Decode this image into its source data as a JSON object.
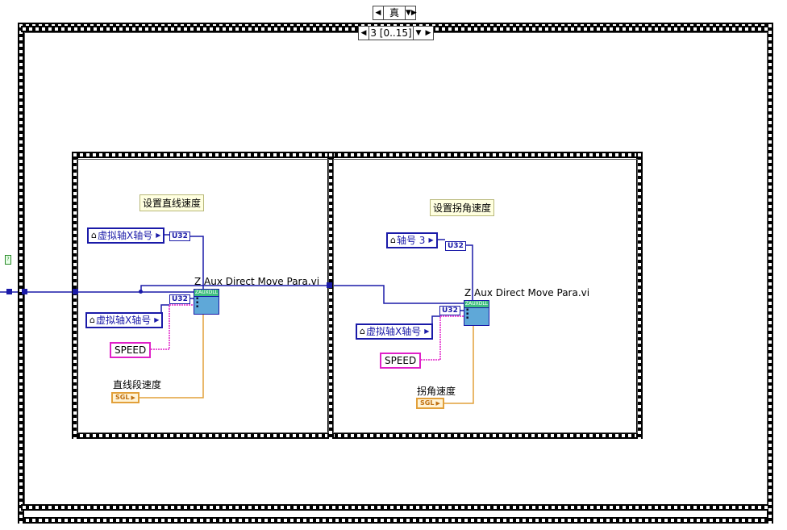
{
  "case_structure": {
    "selector_value": "真"
  },
  "sequence_structure": {
    "selector_value": "3 [0..15]"
  },
  "left_frame": {
    "comment": "设置直线速度",
    "axis_control": "虚拟轴X轴号",
    "axis_control_2": "虚拟轴X轴号",
    "u32_label_1": "U32",
    "u32_label_2": "U32",
    "speed_label": "SPEED",
    "sgl_caption": "直线段速度",
    "sgl_label": "SGL",
    "subvi_title": "Z Aux Direct Move Para.vi",
    "subvi_icon_text": "ZAUXDLL"
  },
  "right_frame": {
    "comment": "设置拐角速度",
    "axis_control": "轴号 3",
    "axis_control_2": "虚拟轴X轴号",
    "u32_label_1": "U32",
    "u32_label_2": "U32",
    "speed_label": "SPEED",
    "sgl_caption": "拐角速度",
    "sgl_label": "SGL",
    "subvi_title": "Z Aux Direct Move Para.vi",
    "subvi_icon_text": "ZAUXDLL"
  },
  "colors": {
    "wire_blue": "#1a1aa8",
    "wire_pink": "#e020c8",
    "wire_orange": "#e2a03a",
    "comment_bg": "#ffffe0"
  },
  "icons": [
    "house-icon",
    "dropdown-arrow-icon",
    "left-arrow-icon",
    "right-arrow-icon",
    "subvi-icon"
  ]
}
